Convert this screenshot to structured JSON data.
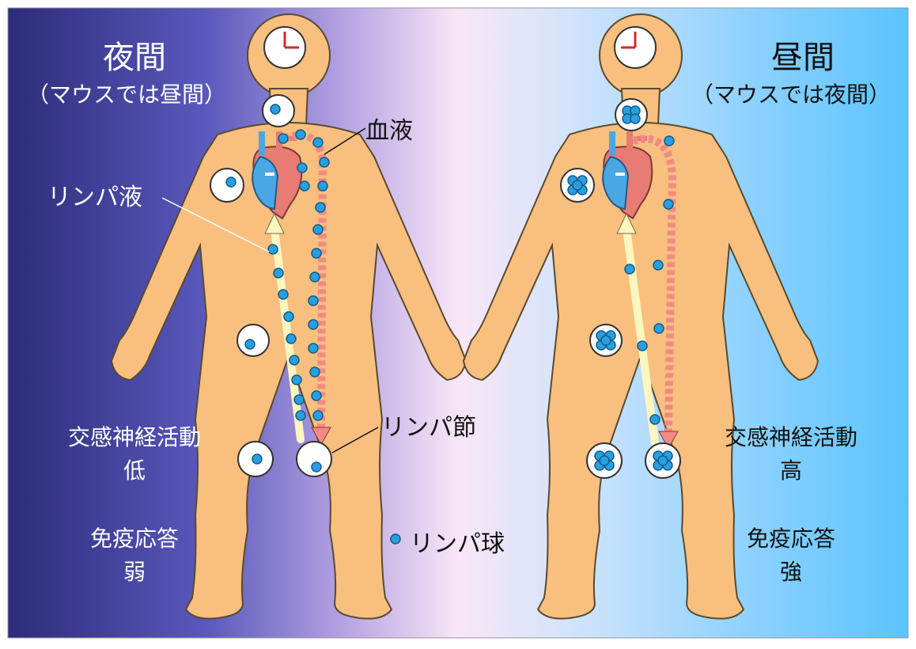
{
  "night": {
    "title": "夜間",
    "subtitle": "（マウスでは昼間）",
    "nerve": "交感神経活動",
    "nerve_level": "低",
    "immune": "免疫応答",
    "immune_level": "弱"
  },
  "day": {
    "title": "昼間",
    "subtitle": "（マウスでは夜間）",
    "nerve": "交感神経活動",
    "nerve_level": "高",
    "immune": "免疫応答",
    "immune_level": "強"
  },
  "callouts": {
    "blood": "血液",
    "lymph_fluid": "リンパ液",
    "lymph_node": "リンパ節"
  },
  "legend": {
    "lymphocyte": "リンパ球"
  },
  "colors": {
    "night_bg": "#2c2c7a",
    "day_bg": "#5bc3ff",
    "body": "#f8bf7e",
    "blood_path": "#f08a84",
    "lymph_path": "#fdf6c0",
    "lymphocyte": "#2a9fdf"
  }
}
